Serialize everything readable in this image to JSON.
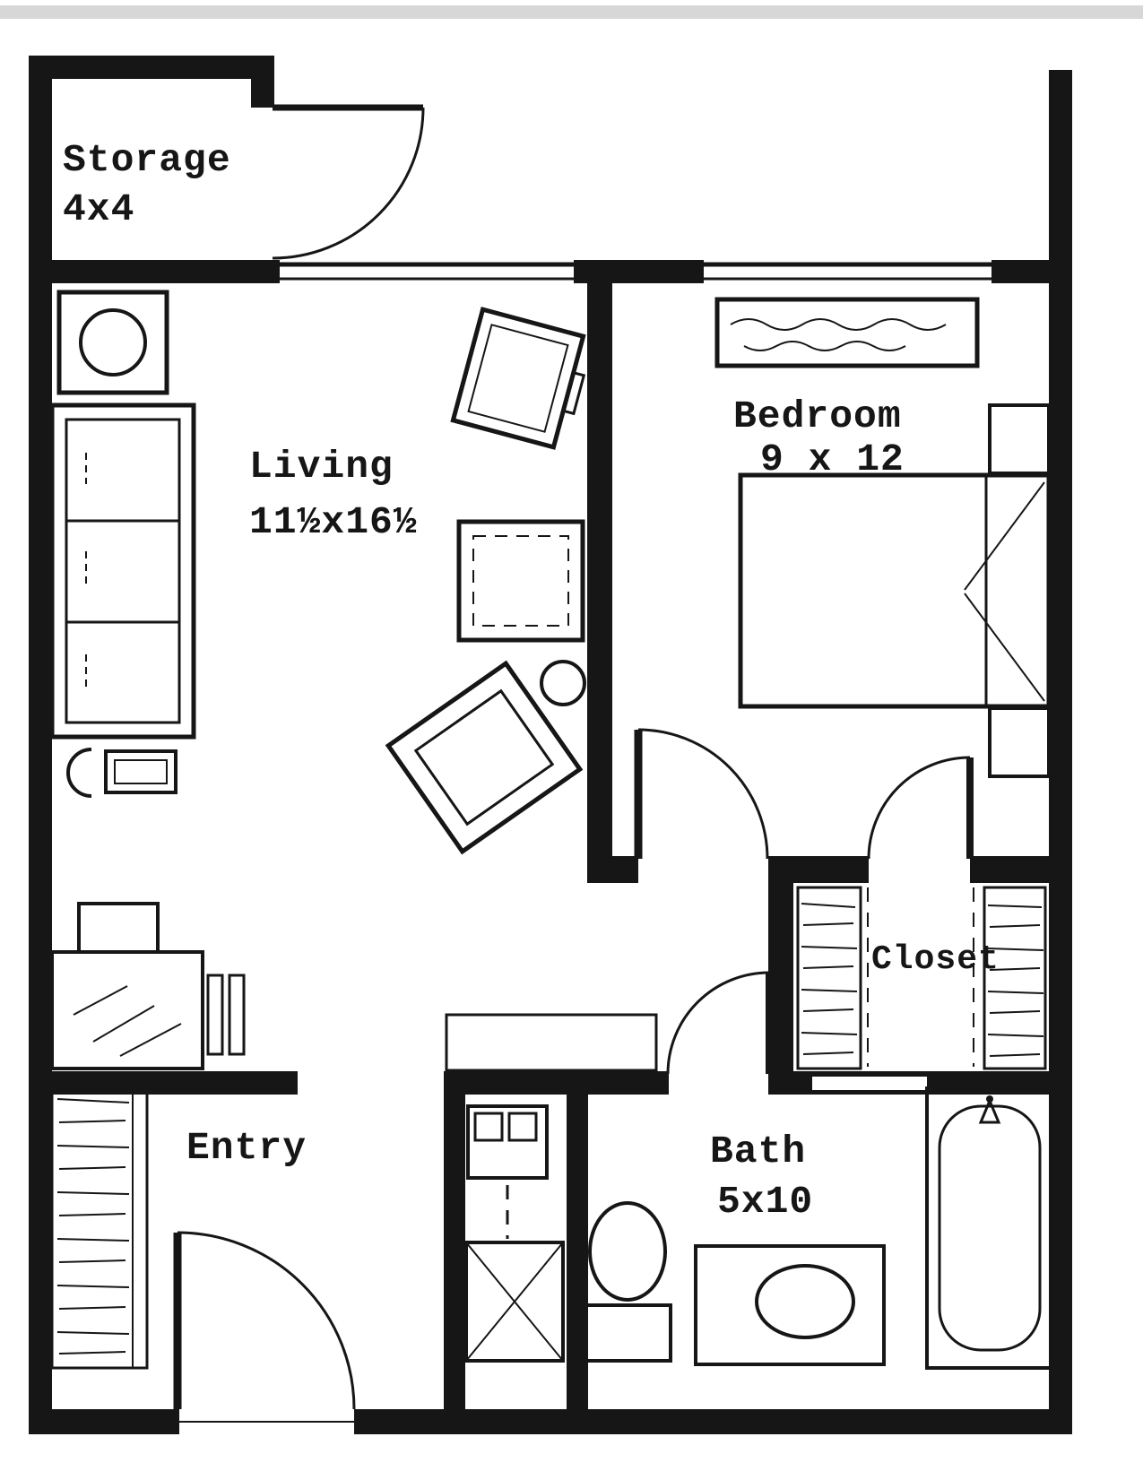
{
  "document": {
    "kind": "apartment floor plan (scanned line drawing)",
    "paper_color": "#ffffff",
    "ink_color": "#161616",
    "scan_artifact_color": "#c9c9c9"
  },
  "rooms": {
    "storage": {
      "label": "Storage",
      "dims": "4x4"
    },
    "living": {
      "label": "Living",
      "dims": "11½x16½"
    },
    "bedroom": {
      "label": "Bedroom",
      "dims": "9 x 12"
    },
    "closet": {
      "label": "Closet"
    },
    "entry": {
      "label": "Entry"
    },
    "bath": {
      "label": "Bath",
      "dims": "5x10"
    }
  },
  "furniture_icons": [
    "media-cabinet",
    "sofa",
    "round-side-table",
    "rect-side-table",
    "desk",
    "desk-chair",
    "side-chair",
    "rotated-chair",
    "coffee-table",
    "round-stool",
    "armchair",
    "dresser",
    "bed",
    "nightstand",
    "closet-shelving",
    "entry-closet-shelving",
    "washer-cabinet",
    "shower-unit",
    "counter",
    "toilet",
    "vanity-sink",
    "bathtub",
    "tub-faucet"
  ],
  "doors": [
    "storage-door",
    "bedroom-door",
    "closet-door",
    "bath-door",
    "entry-door"
  ],
  "windows": [
    "living-window",
    "bedroom-window"
  ]
}
